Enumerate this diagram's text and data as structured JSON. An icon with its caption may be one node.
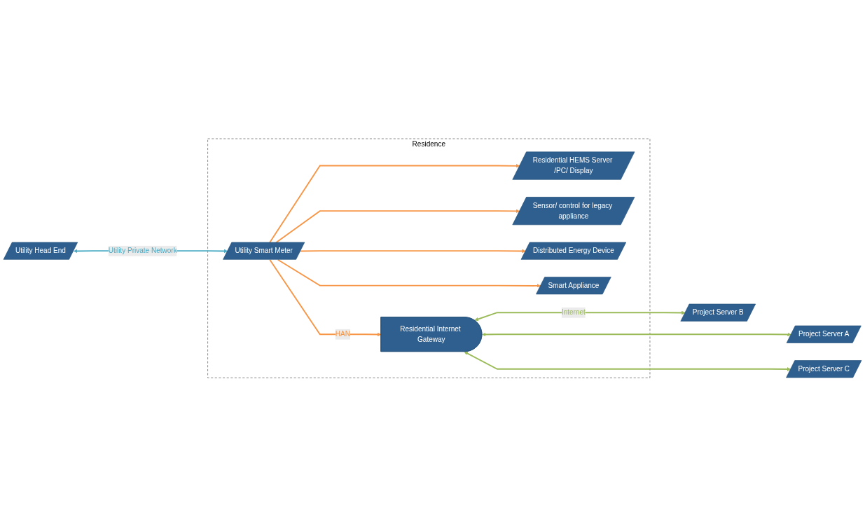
{
  "diagram": {
    "nodes": [
      {
        "text": [
          "Utility Head End"
        ]
      },
      {
        "text": [
          "Residence"
        ]
      },
      {
        "text": [
          "Utility Smart Meter"
        ],
        "in": 1
      },
      {
        "text": [
          "Residential HEMS Server /PC/ Display"
        ],
        "in": 1
      },
      {
        "text": [
          "Residential Internet Gateway"
        ],
        "in": 1
      },
      {
        "text": [
          "Sensor/ control for legacy appliance"
        ],
        "in": 1
      },
      {
        "text": [
          "Distributed Energy Device"
        ],
        "in": 1
      },
      {
        "text": [
          "Smart Appliance"
        ],
        "in": 1
      },
      {
        "text": [
          "Project Server A"
        ]
      },
      {
        "text": [
          "Project Server B"
        ]
      },
      {
        "text": [
          "Project Server C"
        ]
      }
    ],
    "edges": [
      {
        "from": 0,
        "to": 2,
        "arrow": "both",
        "label": "Utility Private Network",
        "color": "#4bacc6"
      },
      {
        "from": 2,
        "to": 4,
        "arrow": "to",
        "label": "HAN",
        "color": "#f79646"
      },
      {
        "from": 2,
        "to": 3,
        "arrow": "to",
        "color": "#f79646"
      },
      {
        "from": 2,
        "to": 5,
        "arrow": "to",
        "color": "#f79646"
      },
      {
        "from": 2,
        "to": 6,
        "arrow": "to",
        "color": "#f79646"
      },
      {
        "from": 2,
        "to": 7,
        "arrow": "to",
        "color": "#f79646"
      },
      {
        "from": 4,
        "to": 8,
        "arrow": "both",
        "color": "#9bbb59"
      },
      {
        "from": 4,
        "to": 9,
        "arrow": "both",
        "label": "Internet",
        "color": "#9bbb59"
      },
      {
        "from": 4,
        "to": 10,
        "arrow": "both",
        "color": "#9bbb59"
      }
    ]
  }
}
